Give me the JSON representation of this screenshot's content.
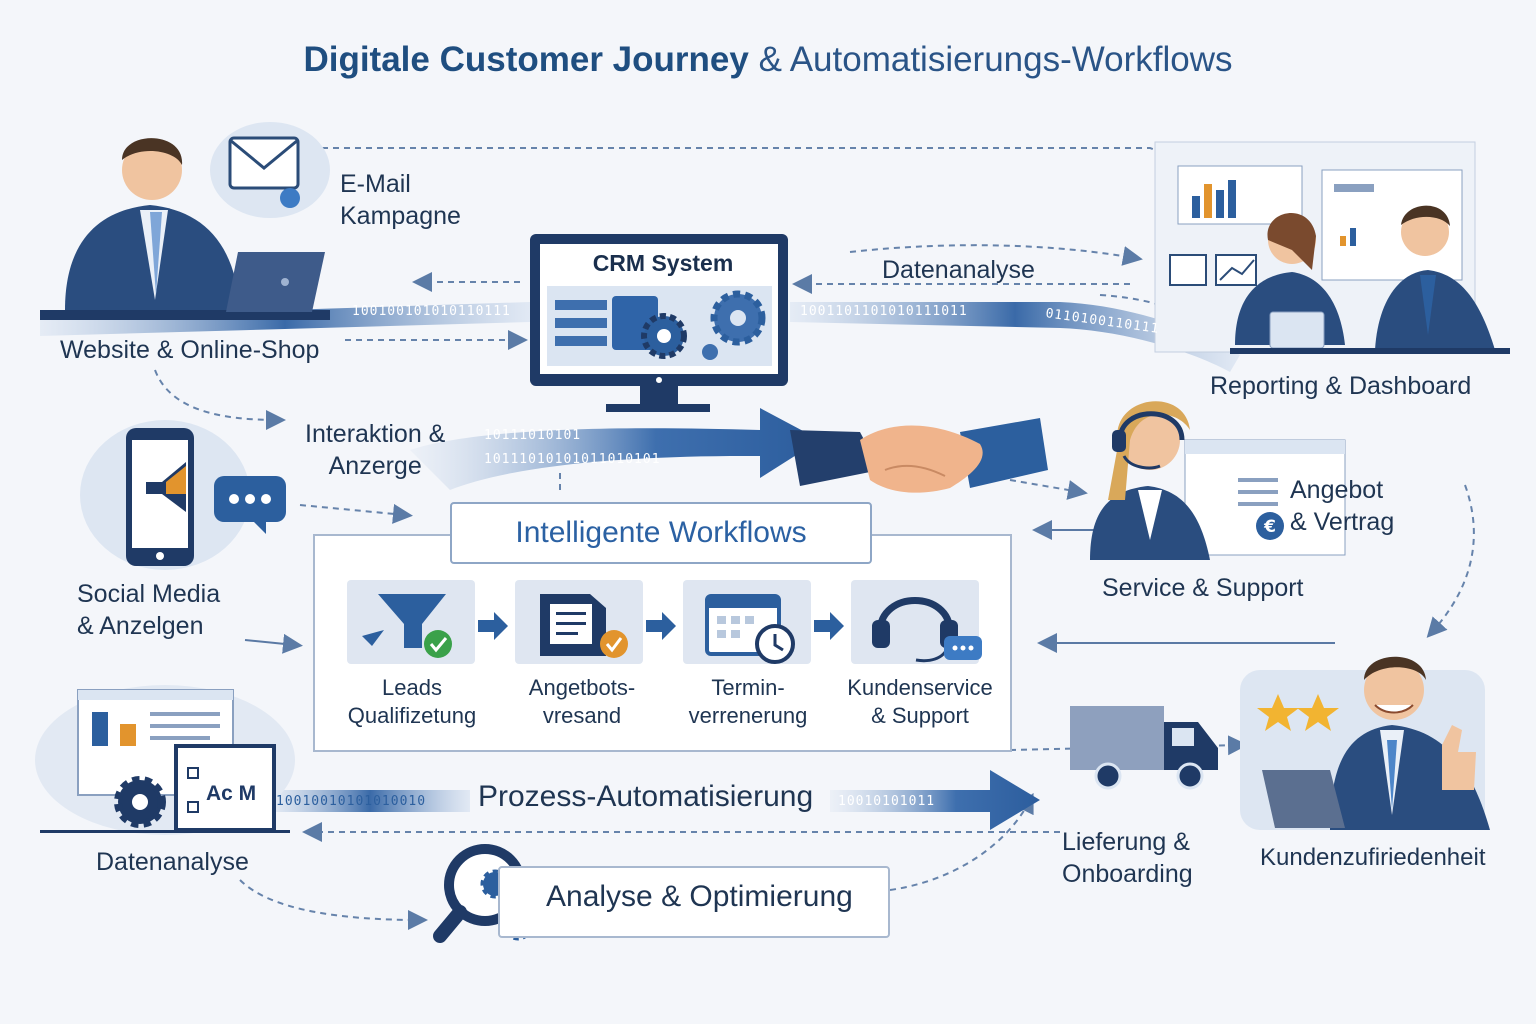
{
  "title_bold": "Digitale Customer Journey",
  "title_normal": "& Automatisierungs-Workflows",
  "labels": {
    "email": "E-Mail\nKampagne",
    "website": "Website & Online-Shop",
    "crm": "CRM System",
    "datenanalyse_top": "Datenanalyse",
    "reporting": "Reporting & Dashboard",
    "interaktion": "Interaktion &\nAnzerge",
    "social": "Social Media\n& Anzelgen",
    "angebot": "Angebot\n& Vertrag",
    "service": "Service & Support",
    "workflows": "Intelligente Workflows",
    "prozess": "Prozess-Automatisierung",
    "datenanalyse_bottom": "Datenanalyse",
    "analyse": "Analyse & Optimierung",
    "lieferung": "Lieferung &\nOnboarding",
    "zufriedenheit": "Kundenzufiriedenheit",
    "acm": "Ac M"
  },
  "workflow_steps": [
    {
      "label": "Leads\nQualifizetung"
    },
    {
      "label": "Angetbots-\nvresand"
    },
    {
      "label": "Termin-\nverrenerung"
    },
    {
      "label": "Kundenservice\n& Support"
    }
  ],
  "binary": {
    "a": "100100101010110111",
    "b": "1001101101010111011",
    "c": "0110100110111",
    "d": "10111010101",
    "e": "10111010101011010101",
    "f": "10010010101010010",
    "g": "10010101011"
  },
  "colors": {
    "navy": "#1f3a66",
    "blue": "#2c5f9e",
    "accent_orange": "#e2942d",
    "accent_green": "#3aa14a",
    "star": "#f2b431"
  },
  "icons": [
    "envelope-icon",
    "laptop-icon",
    "monitor-icon",
    "gear-icon",
    "smartphone-icon",
    "megaphone-icon",
    "chat-icon",
    "handshake-icon",
    "headset-icon",
    "euro-icon",
    "funnel-icon",
    "document-icon",
    "calendar-icon",
    "clock-icon",
    "truck-icon",
    "star-icon",
    "magnifier-icon",
    "chart-icon"
  ]
}
